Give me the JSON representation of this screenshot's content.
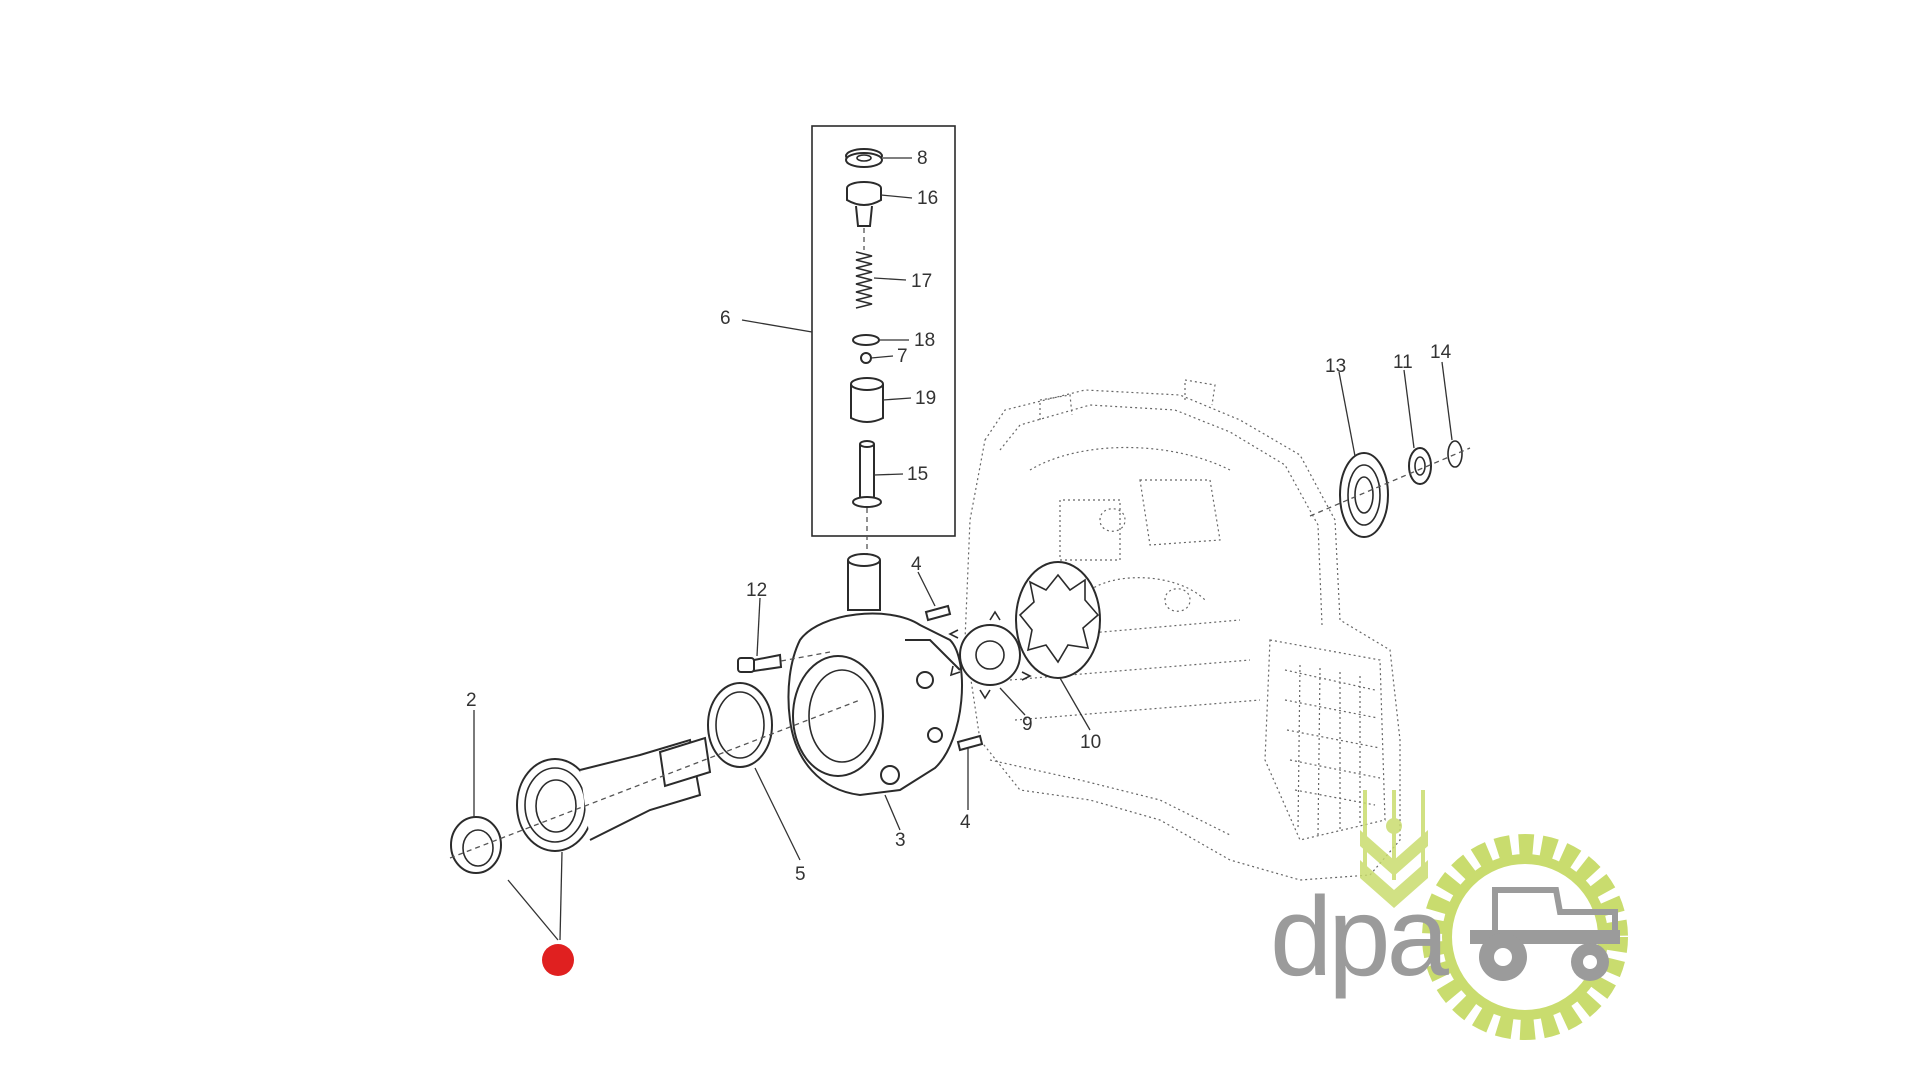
{
  "diagram": {
    "callouts": [
      {
        "id": "8",
        "label": "8"
      },
      {
        "id": "16",
        "label": "16"
      },
      {
        "id": "17",
        "label": "17"
      },
      {
        "id": "6",
        "label": "6"
      },
      {
        "id": "18",
        "label": "18"
      },
      {
        "id": "7",
        "label": "7"
      },
      {
        "id": "19",
        "label": "19"
      },
      {
        "id": "15",
        "label": "15"
      },
      {
        "id": "13",
        "label": "13"
      },
      {
        "id": "11",
        "label": "11"
      },
      {
        "id": "14",
        "label": "14"
      },
      {
        "id": "12",
        "label": "12"
      },
      {
        "id": "4a",
        "label": "4"
      },
      {
        "id": "2",
        "label": "2"
      },
      {
        "id": "9",
        "label": "9"
      },
      {
        "id": "10",
        "label": "10"
      },
      {
        "id": "4b",
        "label": "4"
      },
      {
        "id": "3",
        "label": "3"
      },
      {
        "id": "5",
        "label": "5"
      }
    ],
    "marker_color": "#e02020"
  },
  "watermark": {
    "text": "dpa",
    "text_color": "#9b9b9b",
    "accent_color": "#c9dc6e",
    "icons": [
      "wheat-icon",
      "tractor-icon",
      "gear-ring-icon"
    ]
  }
}
